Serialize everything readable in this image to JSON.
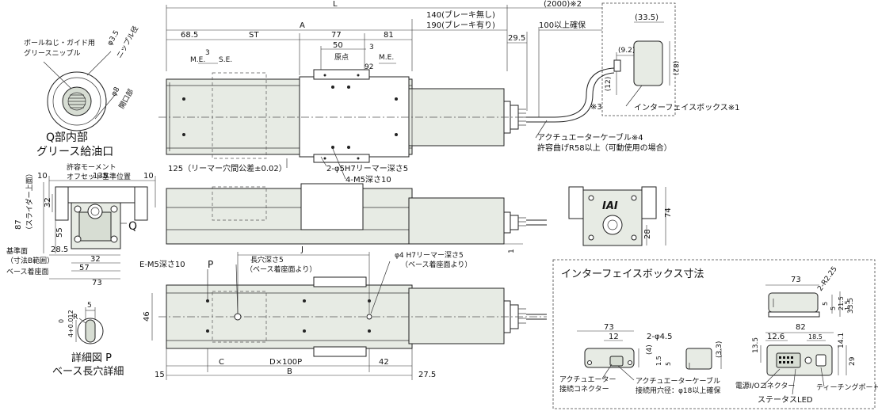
{
  "dims_top": {
    "L": "L",
    "len2000": "(2000)※2",
    "A": "A",
    "d68_5": "68.5",
    "ST": "ST",
    "d77": "77",
    "d81": "81",
    "d50": "50",
    "d3a": "3",
    "d3b": "3",
    "me1": "M.E.",
    "se": "S.E.",
    "origin": "原点",
    "me2": "M.E.",
    "d92": "92",
    "brake_none": "140(ブレーキ無し)",
    "brake_with": "190(ブレーキ有り)",
    "d29_5": "29.5",
    "clear100": "100以上確保",
    "d33_5": "(33.5)",
    "d9_2": "(9.2)",
    "d82": "(82)",
    "d12": "(12)",
    "note3": "※3",
    "ifbox": "インターフェイスボックス※1",
    "cable": "アクチュエーターケーブル※4",
    "bend": "許容曲げR58以上（可動使用の場合）",
    "reamer125": "125（リーマー穴間公差±0.02）",
    "reamer5": "2-φ5H7リーマー深さ5",
    "m5d10": "4-M5深さ10"
  },
  "detail_q": {
    "nipple_label1": "ボールねじ・ガイド用",
    "nipple_label2": "グリースニップル",
    "d3_5": "φ3.5",
    "nipple_dia": "ニップル径",
    "d8": "φ8",
    "opening": "開口部",
    "title1": "Q部内部",
    "title2": "グリース給油口"
  },
  "end_view": {
    "d135": "135",
    "d10a": "10",
    "d10b": "10",
    "moment1": "許容モーメント",
    "moment2": "オフセット基準位置",
    "d87": "87",
    "slider_top": "（スライダー上面）",
    "d32": "32",
    "d55": "55",
    "q": "Q",
    "base_face1": "基準面",
    "base_face2": "（寸法B範囲）",
    "base_mount": "ベース着座面",
    "d28_5": "28.5",
    "d32b": "32",
    "d57": "57",
    "d73": "73"
  },
  "side_view": {
    "d1": "1"
  },
  "motor_end": {
    "logo": "IAI",
    "d74": "74",
    "d28": "28"
  },
  "bottom_view": {
    "em5": "E-M5深さ10",
    "p": "P",
    "slot_depth": "長穴深さ5",
    "slot_ref": "（ベース着座面より）",
    "J": "J",
    "reamer4": "φ4 H7リーマー深さ5",
    "reamer4_ref": "（ベース着座面より）",
    "d46": "46",
    "C": "C",
    "dx100": "D×100P",
    "B": "B",
    "d15": "15",
    "d42": "42",
    "d27_5": "27.5"
  },
  "detail_p": {
    "d5": "5",
    "tol": "4+0.012",
    "tol2": "0",
    "r": "R",
    "title1": "詳細図 P",
    "title2": "ベース長穴詳細"
  },
  "ifbox_dims": {
    "title": "インターフェイスボックス寸法",
    "d73a": "73",
    "r2_25": "2-R2.25",
    "d73b": "73",
    "d12": "12",
    "hole45": "2-φ4.5",
    "d4": "(4)",
    "d1_5": "1.5",
    "d3_3": "(3.3)",
    "d5": "5",
    "d5b": "5",
    "d82": "82",
    "d12_6": "12.6",
    "d18_5": "18.5",
    "d13_5": "13.5",
    "d14_1": "14.1",
    "d29": "29",
    "d21_5": "21.5",
    "d33_5": "33.5",
    "d1_5b": "1.5",
    "act_conn1": "アクチュエーター",
    "act_conn2": "接続コネクター",
    "cable_hole1": "アクチュエーターケーブル",
    "cable_hole2": "接続用穴径：φ18以上確保",
    "power_io": "電源I/Oコネクター",
    "status_led": "ステータスLED",
    "teaching": "ティーチングポート"
  }
}
